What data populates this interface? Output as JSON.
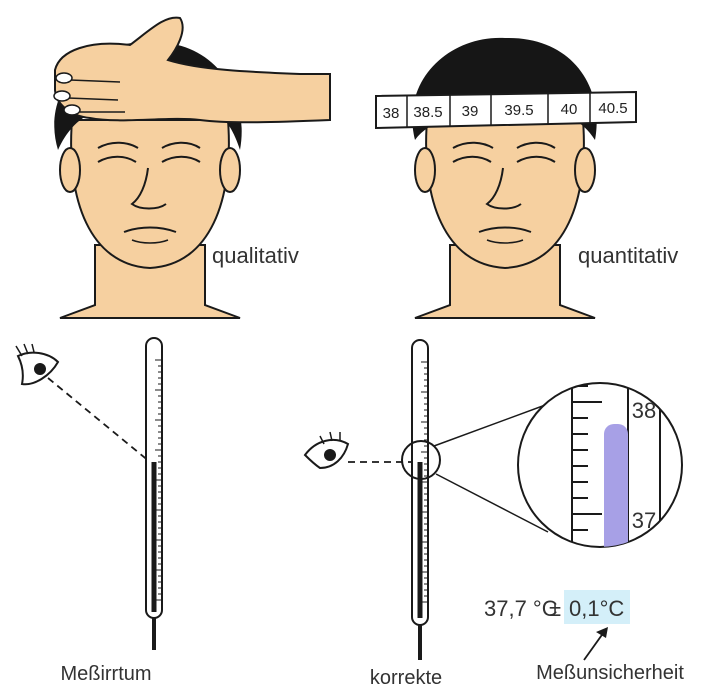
{
  "labels": {
    "qualitative": "qualitativ",
    "quantitative": "quantitativ",
    "error_caption": "Meßirrtum",
    "correct_caption": "korrekte",
    "uncertainty_caption": "Meßunsicherheit"
  },
  "forehead_band": {
    "values": [
      "38",
      "38.5",
      "39",
      "39.5",
      "40",
      "40.5"
    ],
    "highlight_value": "39.5",
    "highlight_color": "#e0246b"
  },
  "zoom_scale": {
    "upper": "38",
    "lower": "37",
    "liquid_color": "#a7a0e6"
  },
  "measurement": {
    "value": "37,7 °C",
    "pm": "±",
    "uncertainty": "0,1°C",
    "uncertainty_bg": "#d4eff9"
  },
  "colors": {
    "skin": "#f6d0a0",
    "hair": "#161616",
    "outline": "#1a1a1a"
  }
}
